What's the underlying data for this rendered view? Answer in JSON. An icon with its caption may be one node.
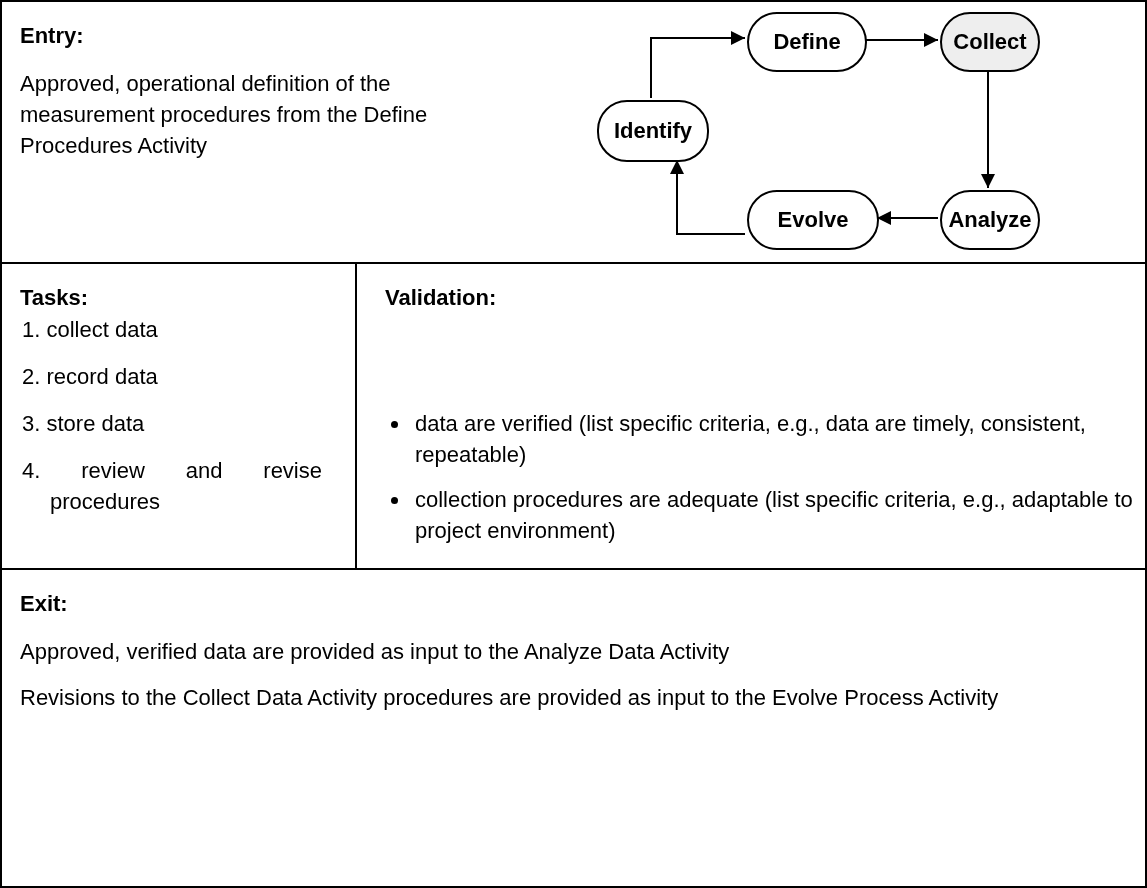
{
  "diagram": {
    "nodes": [
      {
        "text": [
          "Entry:",
          "Approved, operational definition of the measurement procedures from the Define Procedures Activity"
        ]
      },
      {
        "text": [
          "Define"
        ],
        "in": 0
      },
      {
        "text": [
          "Collect"
        ],
        "in": 0
      },
      {
        "text": [
          "Identify"
        ],
        "in": 0
      },
      {
        "text": [
          "Evolve"
        ],
        "in": 0
      },
      {
        "text": [
          "Analyze"
        ],
        "in": 0
      },
      {
        "text": [
          "Tasks:",
          "1. collect data",
          "2. record data",
          "3. store data",
          "4. review and revise procedures"
        ]
      },
      {
        "text": [
          "Validation:",
          "data are verified (list specific criteria, e.g., data are timely, consistent, repeatable)",
          "collection procedures are adequate (list specific criteria, e.g., adaptable to project environment)"
        ]
      },
      {
        "text": [
          "Exit:",
          "Approved, verified data are provided as input to the Analyze Data Activity",
          "Revisions to the Collect Data Activity procedures are provided as input to the Evolve Process Activity"
        ]
      }
    ],
    "edges": [
      {
        "from": 3,
        "to": 1,
        "arrow": "to"
      },
      {
        "from": 1,
        "to": 2,
        "arrow": "to"
      },
      {
        "from": 2,
        "to": 5,
        "arrow": "to"
      },
      {
        "from": 5,
        "to": 4,
        "arrow": "to"
      },
      {
        "from": 4,
        "to": 3,
        "arrow": "to"
      }
    ]
  }
}
